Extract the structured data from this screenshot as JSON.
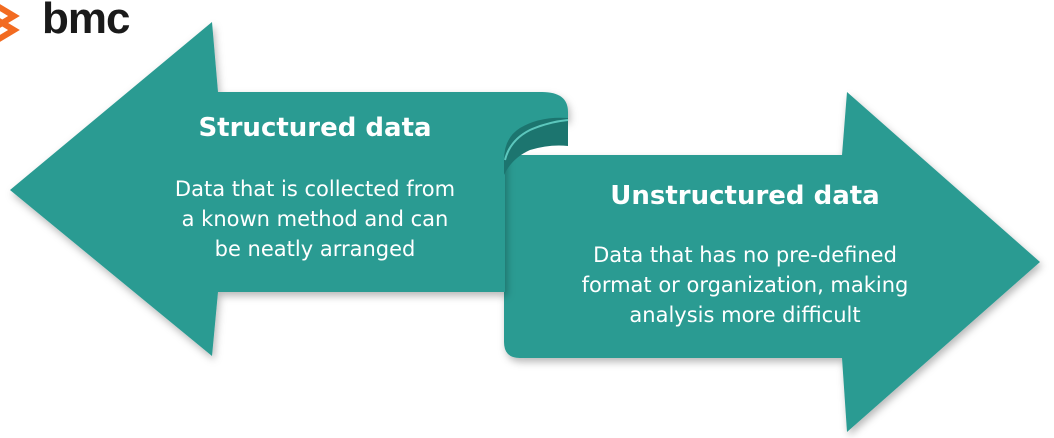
{
  "logo": {
    "text": "bmc",
    "brand_color": "#f26b21",
    "text_color": "#1a1a1a"
  },
  "colors": {
    "arrow_fill": "#2a9b92",
    "arrow_fold": "#1c756f",
    "arrow_edge": "#5cc7bd"
  },
  "structured": {
    "title": "Structured data",
    "description": [
      "Data that is collected from",
      "a known method and can",
      "be neatly arranged"
    ]
  },
  "unstructured": {
    "title": "Unstructured data",
    "description": [
      "Data that has no pre-defined",
      "format or organization, making",
      "analysis more difficult"
    ]
  }
}
